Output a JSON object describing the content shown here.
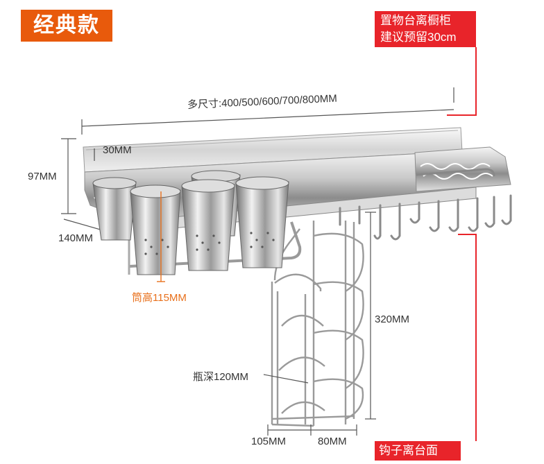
{
  "badge": {
    "label": "经典款",
    "color": "#e85a0c"
  },
  "notes": {
    "shelf_clearance_line1": "置物台离橱柜",
    "shelf_clearance_line2": "建议预留30cm",
    "hook_clearance": "钩子离台面",
    "color": "#e8242a"
  },
  "dimensions": {
    "width_sizes": "多尺寸:400/500/600/700/800MM",
    "rail_height": "30MM",
    "rack_height": "97MM",
    "rack_depth": "140MM",
    "cup_height": "筒高115MM",
    "bottle_rack_height": "320MM",
    "bottle_depth": "瓶深120MM",
    "bottom_width_a": "105MM",
    "bottom_width_b": "80MM"
  },
  "product": {
    "cups_count": 5,
    "hooks_count": 10,
    "bottle_slots": 3
  }
}
